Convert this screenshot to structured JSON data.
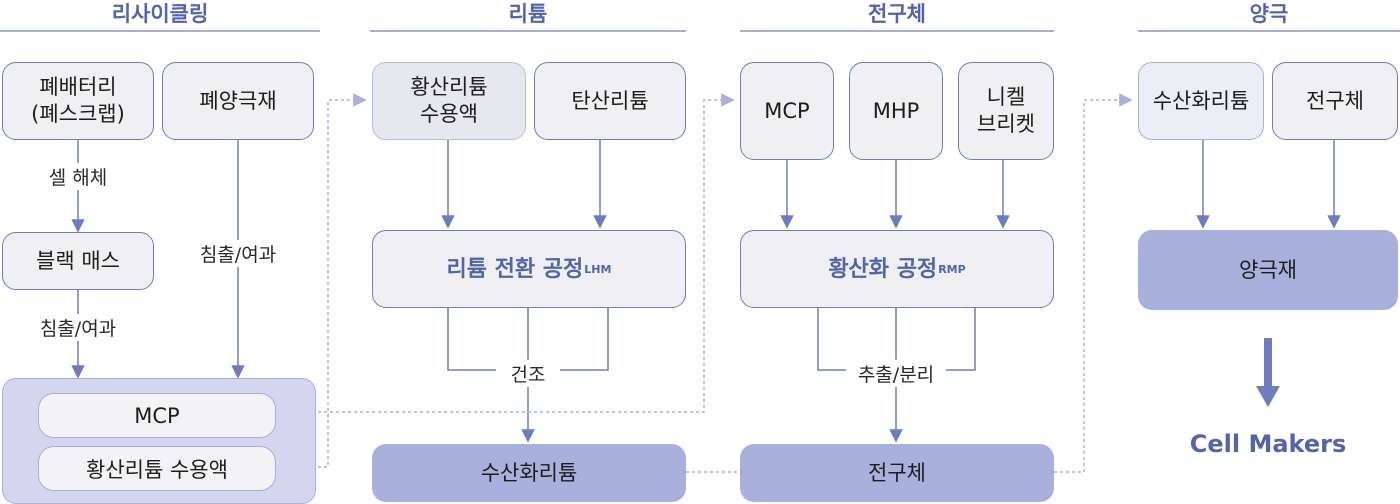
{
  "headers": {
    "recycling": "리사이클링",
    "lithium": "리튬",
    "precursor": "전구체",
    "cathode": "양극"
  },
  "recycling": {
    "scrap": "폐배터리\n(폐스크랩)",
    "waste_cathode": "폐양극재",
    "cell_dismantle": "셀 해체",
    "black_mass": "블랙 매스",
    "leach1": "침출/여과",
    "leach2": "침출/여과",
    "out_mcp": "MCP",
    "out_solution": "황산리튬 수용액"
  },
  "lithium": {
    "sulfate_solution": "황산리튬\n수용액",
    "carbonate": "탄산리튬",
    "process": "리튬 전환 공정",
    "process_sup": "LHM",
    "dry": "건조",
    "output": "수산화리튬"
  },
  "precursor": {
    "mcp": "MCP",
    "mhp": "MHP",
    "briquette": "니켈\n브리켓",
    "process": "황산화 공정",
    "process_sup": "RMP",
    "extract": "추출/분리",
    "output": "전구체"
  },
  "cathode": {
    "lioh": "수산화리튬",
    "precursor": "전구체",
    "material": "양극재",
    "maker": "Cell Makers"
  },
  "colors": {
    "accent": "#5464a8",
    "border": "#6f7dc0",
    "fill": "#aab0dc",
    "group_bg": "#d3d6ee",
    "box_bg": "#f0f0f2"
  }
}
